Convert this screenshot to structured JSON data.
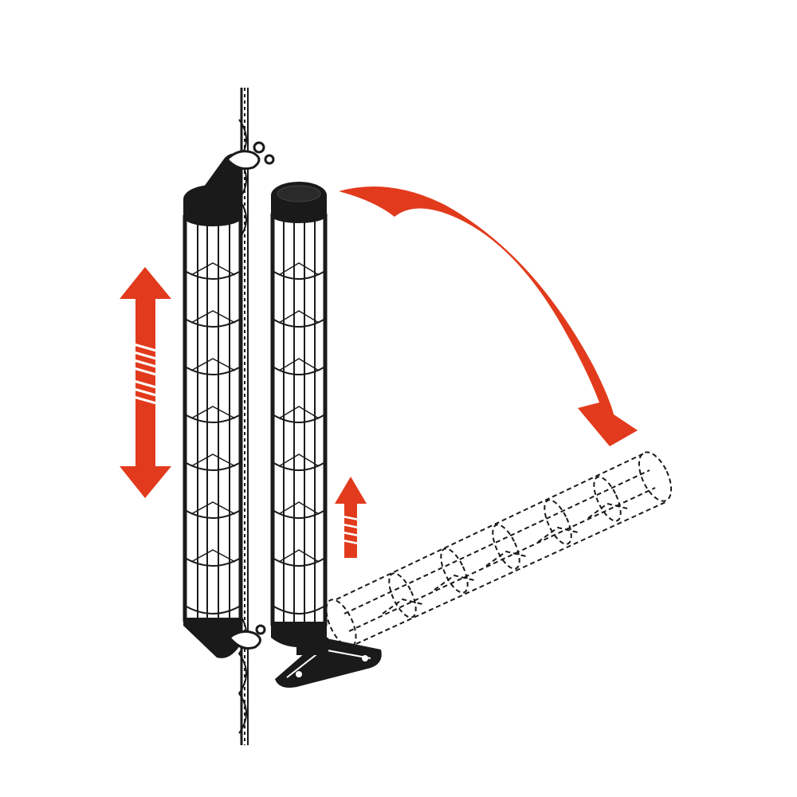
{
  "colors": {
    "ink": "#1a1a1a",
    "accent": "#e23a1c",
    "background": "#ffffff"
  },
  "figure": {
    "caption": "",
    "left_item": "pole-mounted-cylinder",
    "middle_item": "base-mounted-cylinder",
    "right_item": "tilted-cylinder-ghost",
    "arrows": [
      "up-down",
      "up",
      "swing-arc"
    ]
  }
}
